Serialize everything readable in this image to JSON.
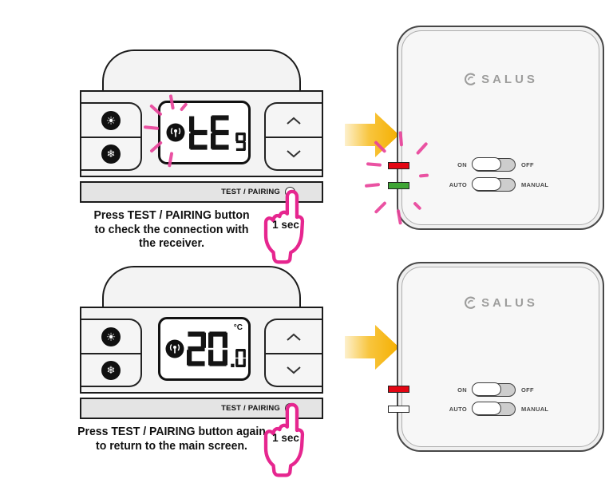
{
  "colors": {
    "accent_pink": "#E6268F",
    "blink_ray_pink": "#E8439A",
    "arrow_yellow": "#F5AF00",
    "led_red": "#E30613",
    "led_green": "#3FA535",
    "logo_gray": "#9D9D9C"
  },
  "step1": {
    "thermostat": {
      "heat_icon": {
        "name": "sun-icon",
        "glyph": "☀"
      },
      "cool_icon": {
        "name": "snowflake-icon",
        "glyph": "❄"
      },
      "display": {
        "main": "tE",
        "sub": "9",
        "rf_icon": "rf-antenna-icon",
        "rf_blinking": true
      },
      "bar_label": "TEST / PAIRING"
    },
    "hand": {
      "label": "1 sec"
    },
    "caption": {
      "line1": "Press TEST / PAIRING button",
      "line2": "to check the connection with",
      "line3": "the receiver."
    },
    "receiver": {
      "brand": "SALUS",
      "power_switch": {
        "left": "ON",
        "right": "OFF",
        "knob": "left"
      },
      "mode_switch": {
        "left": "AUTO",
        "right": "MANUAL",
        "knob": "left"
      },
      "led_top": {
        "color": "red",
        "state": "blinking"
      },
      "led_bottom": {
        "color": "green",
        "state": "blinking"
      }
    }
  },
  "step2": {
    "thermostat": {
      "heat_icon": {
        "name": "sun-icon",
        "glyph": "☀"
      },
      "cool_icon": {
        "name": "snowflake-icon",
        "glyph": "❄"
      },
      "display": {
        "main": "20",
        "sub": ".0",
        "unit": "°C",
        "rf_icon": "rf-antenna-icon",
        "rf_blinking": false
      },
      "bar_label": "TEST / PAIRING"
    },
    "hand": {
      "label": "1 sec"
    },
    "caption": {
      "line1": "Press TEST / PAIRING button again",
      "line2": "to return to the main screen."
    },
    "receiver": {
      "brand": "SALUS",
      "power_switch": {
        "left": "ON",
        "right": "OFF",
        "knob": "left"
      },
      "mode_switch": {
        "left": "AUTO",
        "right": "MANUAL",
        "knob": "left"
      },
      "led_top": {
        "color": "red",
        "state": "on"
      },
      "led_bottom": {
        "color": "none",
        "state": "off"
      }
    }
  }
}
